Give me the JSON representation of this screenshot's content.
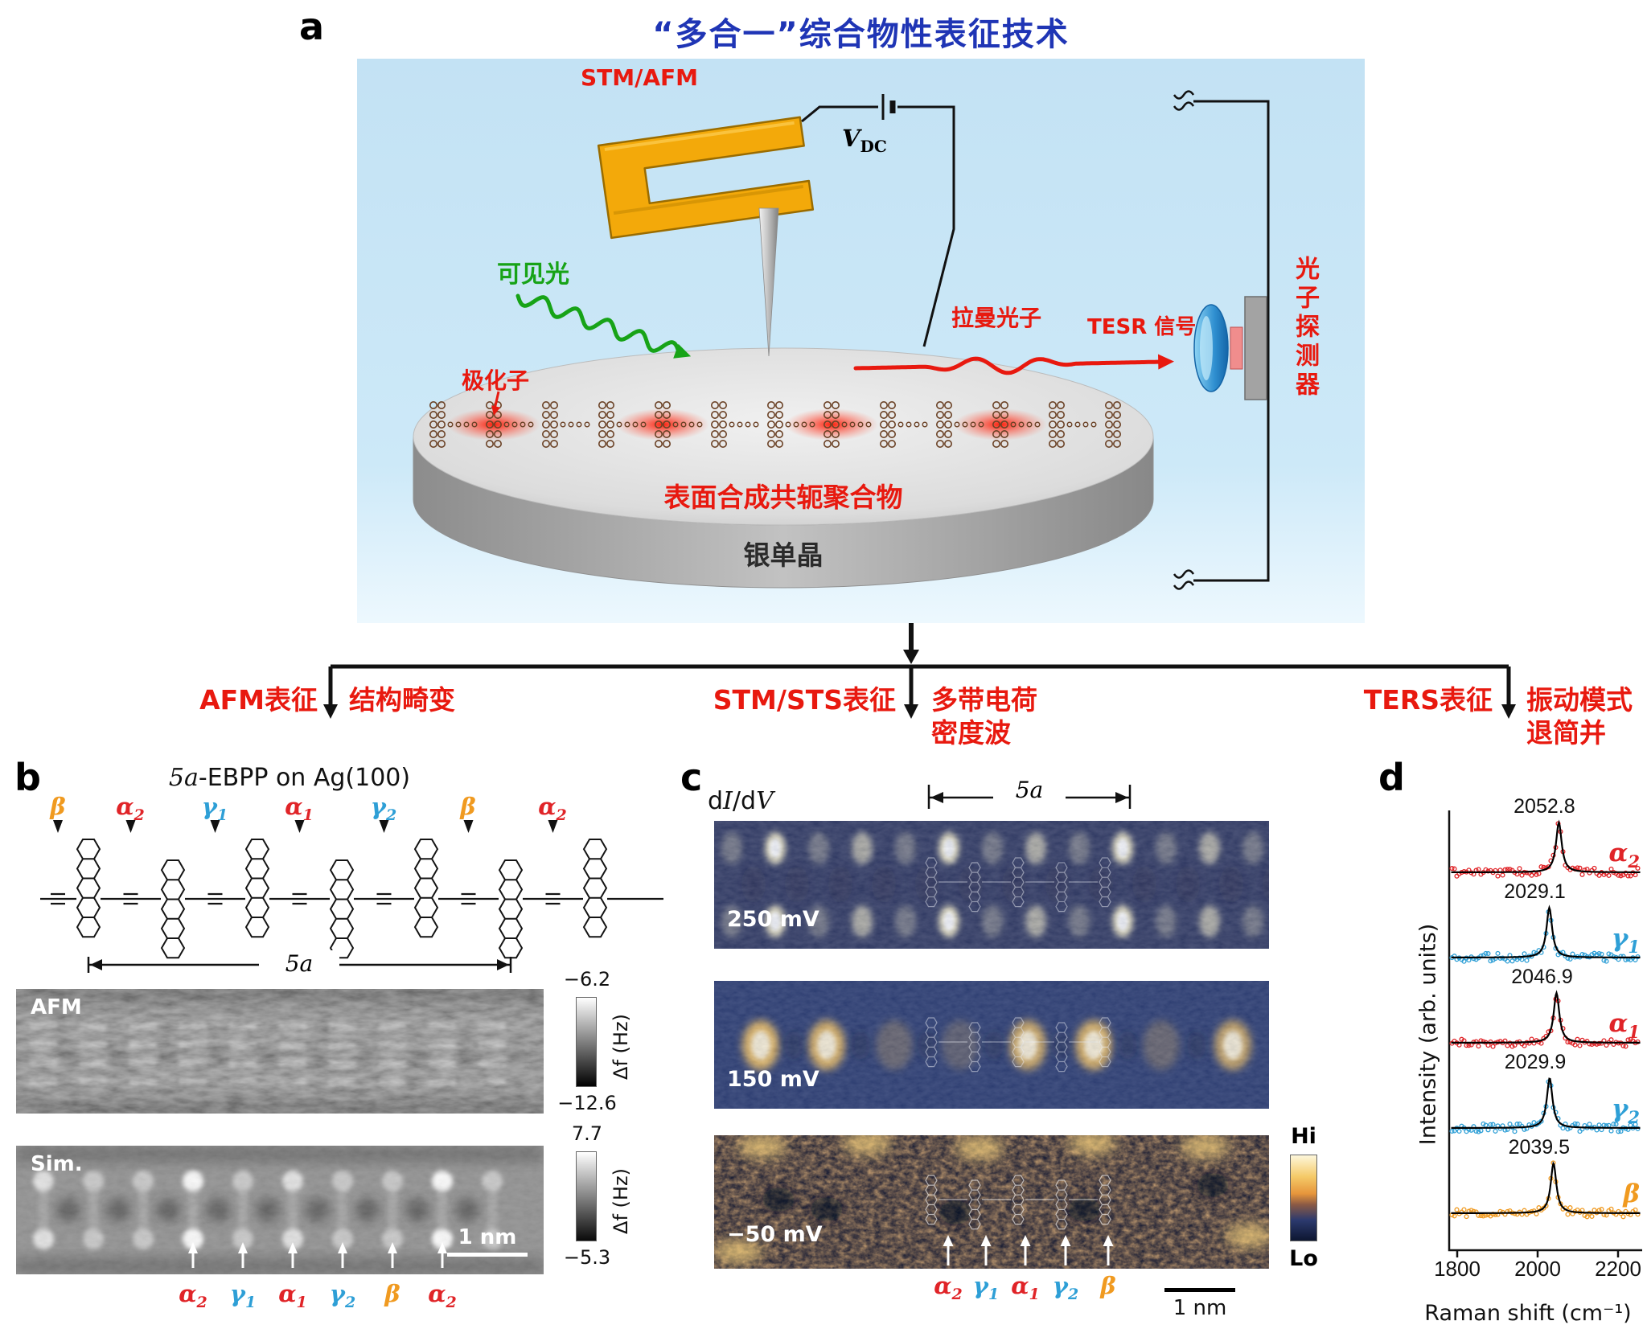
{
  "figure": {
    "title": "“多合一”综合物性表征技术"
  },
  "panel_a": {
    "label": "a",
    "probe_label": "STM/AFM",
    "bias": {
      "symbol": "V",
      "sub": "DC"
    },
    "visible_light": "可见光",
    "polaron": "极化子",
    "raman_photon": "拉曼光子",
    "tesr_signal": "TESR 信号",
    "detector": "光子探测器",
    "polymer": "表面合成共轭聚合物",
    "substrate": "银单晶"
  },
  "branches": [
    {
      "method": "AFM表征",
      "result": "结构畸变"
    },
    {
      "method": "STM/STS表征",
      "result": "多带电荷\n密度波"
    },
    {
      "method": "TERS表征",
      "result": "振动模式\n退简并"
    }
  ],
  "panel_b": {
    "label": "b",
    "title_italic": "5a",
    "title_rest": "-EBPP on Ag(100)",
    "span_label": "5a",
    "bond_labels": [
      {
        "text": "β",
        "sub": "",
        "color": "#f09a20"
      },
      {
        "text": "α",
        "sub": "2",
        "color": "#e02428"
      },
      {
        "text": "γ",
        "sub": "1",
        "color": "#2e9fd6"
      },
      {
        "text": "α",
        "sub": "1",
        "color": "#e02428"
      },
      {
        "text": "γ",
        "sub": "2",
        "color": "#2e9fd6"
      },
      {
        "text": "β",
        "sub": "",
        "color": "#f09a20"
      },
      {
        "text": "α",
        "sub": "2",
        "color": "#e02428"
      }
    ],
    "afm_label": "AFM",
    "afm_scale_top": "−6.2",
    "afm_scale_bottom": "−12.6",
    "afm_scale_unit": "Δf (Hz)",
    "sim_label": "Sim.",
    "sim_scale_top": "7.7",
    "sim_scale_bottom": "−5.3",
    "sim_scale_unit": "Δf (Hz)",
    "scalebar": "1 nm",
    "arrow_labels": [
      {
        "text": "α",
        "sub": "2",
        "color": "#e02428"
      },
      {
        "text": "γ",
        "sub": "1",
        "color": "#2e9fd6"
      },
      {
        "text": "α",
        "sub": "1",
        "color": "#e02428"
      },
      {
        "text": "γ",
        "sub": "2",
        "color": "#2e9fd6"
      },
      {
        "text": "β",
        "sub": "",
        "color": "#f09a20"
      },
      {
        "text": "α",
        "sub": "2",
        "color": "#e02428"
      }
    ]
  },
  "panel_c": {
    "label": "c",
    "map_label": {
      "d1": "d",
      "i": "I",
      "d2": "/d",
      "v": "V"
    },
    "span_label": "5a",
    "maps": [
      {
        "bias": "250 mV"
      },
      {
        "bias": "150 mV"
      },
      {
        "bias": "−50 mV"
      }
    ],
    "colorbar_hi": "Hi",
    "colorbar_lo": "Lo",
    "scalebar": "1 nm",
    "arrow_labels": [
      {
        "text": "α",
        "sub": "2",
        "color": "#e02428"
      },
      {
        "text": "γ",
        "sub": "1",
        "color": "#2e9fd6"
      },
      {
        "text": "α",
        "sub": "1",
        "color": "#e02428"
      },
      {
        "text": "γ",
        "sub": "2",
        "color": "#2e9fd6"
      },
      {
        "text": "β",
        "sub": "",
        "color": "#f09a20"
      }
    ]
  },
  "panel_d": {
    "label": "d"
  },
  "chart_data": {
    "type": "line",
    "title": "",
    "xlabel": "Raman shift (cm⁻¹)",
    "ylabel": "Intensity (arb. units)",
    "xlim": [
      1780,
      2260
    ],
    "xticks": [
      1800,
      2000,
      2200
    ],
    "grid": false,
    "legend_position": "right-of-each-curve",
    "series": [
      {
        "name": "alpha2",
        "label": "α",
        "sub": "2",
        "peak_cm1": 2052.8,
        "peak_label": "2052.8",
        "color": "#e02428"
      },
      {
        "name": "gamma1",
        "label": "γ",
        "sub": "1",
        "peak_cm1": 2029.1,
        "peak_label": "2029.1",
        "color": "#2e9fd6"
      },
      {
        "name": "alpha1",
        "label": "α",
        "sub": "1",
        "peak_cm1": 2046.9,
        "peak_label": "2046.9",
        "color": "#e02428"
      },
      {
        "name": "gamma2",
        "label": "γ",
        "sub": "2",
        "peak_cm1": 2029.9,
        "peak_label": "2029.9",
        "color": "#2e9fd6"
      },
      {
        "name": "beta",
        "label": "β",
        "sub": "",
        "peak_cm1": 2039.5,
        "peak_label": "2039.5",
        "color": "#f09a20"
      }
    ]
  }
}
